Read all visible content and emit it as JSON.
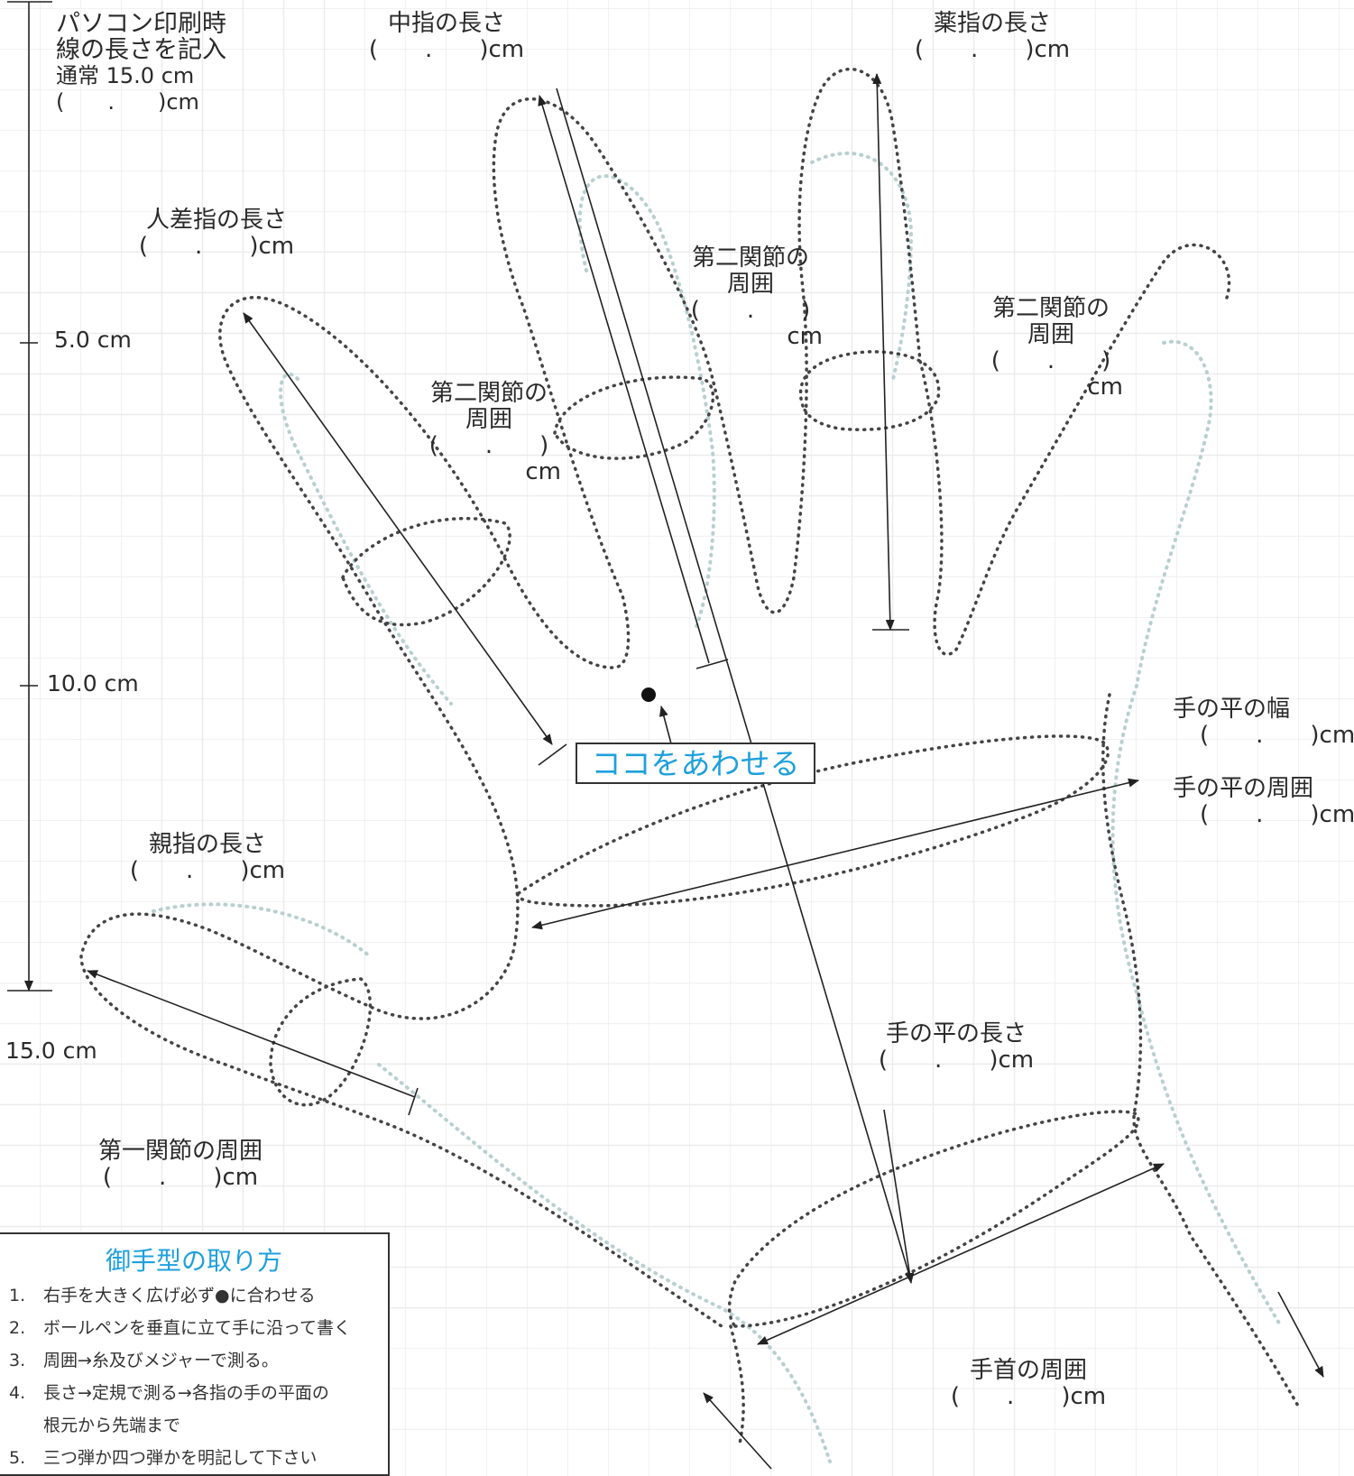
{
  "scale": {
    "title_lines": [
      "パソコン印刷時",
      "線の長さを記入"
    ],
    "normal": "通常 15.0 cm",
    "blank": "(　　.　　)cm",
    "ticks": [
      "5.0 cm",
      "10.0 cm",
      "15.0 cm"
    ]
  },
  "labels": {
    "middle_len": {
      "title": "中指の長さ",
      "blank": "(　　.　　)cm"
    },
    "ring_len": {
      "title": "薬指の長さ",
      "blank": "(　　.　　)cm"
    },
    "index_len": {
      "title": "人差指の長さ",
      "blank": "(　　.　　)cm"
    },
    "middle_joint": {
      "l1": "第二関節の",
      "l2": "周囲",
      "l3": "(　　.　　)",
      "l4": "cm"
    },
    "ring_joint": {
      "l1": "第二関節の",
      "l2": "周囲",
      "l3": "(　　.　　)",
      "l4": "cm"
    },
    "index_joint": {
      "l1": "第二関節の",
      "l2": "周囲",
      "l3": "(　　.　　)",
      "l4": "cm"
    },
    "palm_width": {
      "title": "手の平の幅",
      "blank": "(　　.　　)cm"
    },
    "palm_circ": {
      "title": "手の平の周囲",
      "blank": "(　　.　　)cm"
    },
    "thumb_len": {
      "title": "親指の長さ",
      "blank": "(　　.　　)cm"
    },
    "palm_len": {
      "title": "手の平の長さ",
      "blank": "(　　.　　)cm"
    },
    "first_joint": {
      "title": "第一関節の周囲",
      "blank": "(　　.　　)cm"
    },
    "wrist": {
      "title": "手首の周囲",
      "blank": "(　　.　　)cm"
    }
  },
  "match_label": "ココをあわせる",
  "instructions": {
    "title": "御手型の取り方",
    "items": [
      {
        "num": "1.",
        "text": "右手を大きく広げ必ず●に合わせる"
      },
      {
        "num": "2.",
        "text": "ボールペンを垂直に立て手に沿って書く"
      },
      {
        "num": "3.",
        "text": "周囲→糸及びメジャーで測る。"
      },
      {
        "num": "4.",
        "text": "長さ→定規で測る→各指の手の平面の"
      },
      {
        "num": "",
        "text": "根元から先端まで"
      },
      {
        "num": "5.",
        "text": "三つ弾か四つ弾かを明記して下さい"
      }
    ]
  },
  "colors": {
    "accent": "#1ea0dc",
    "outline": "#444444",
    "ghost": "#b9cfcf"
  }
}
